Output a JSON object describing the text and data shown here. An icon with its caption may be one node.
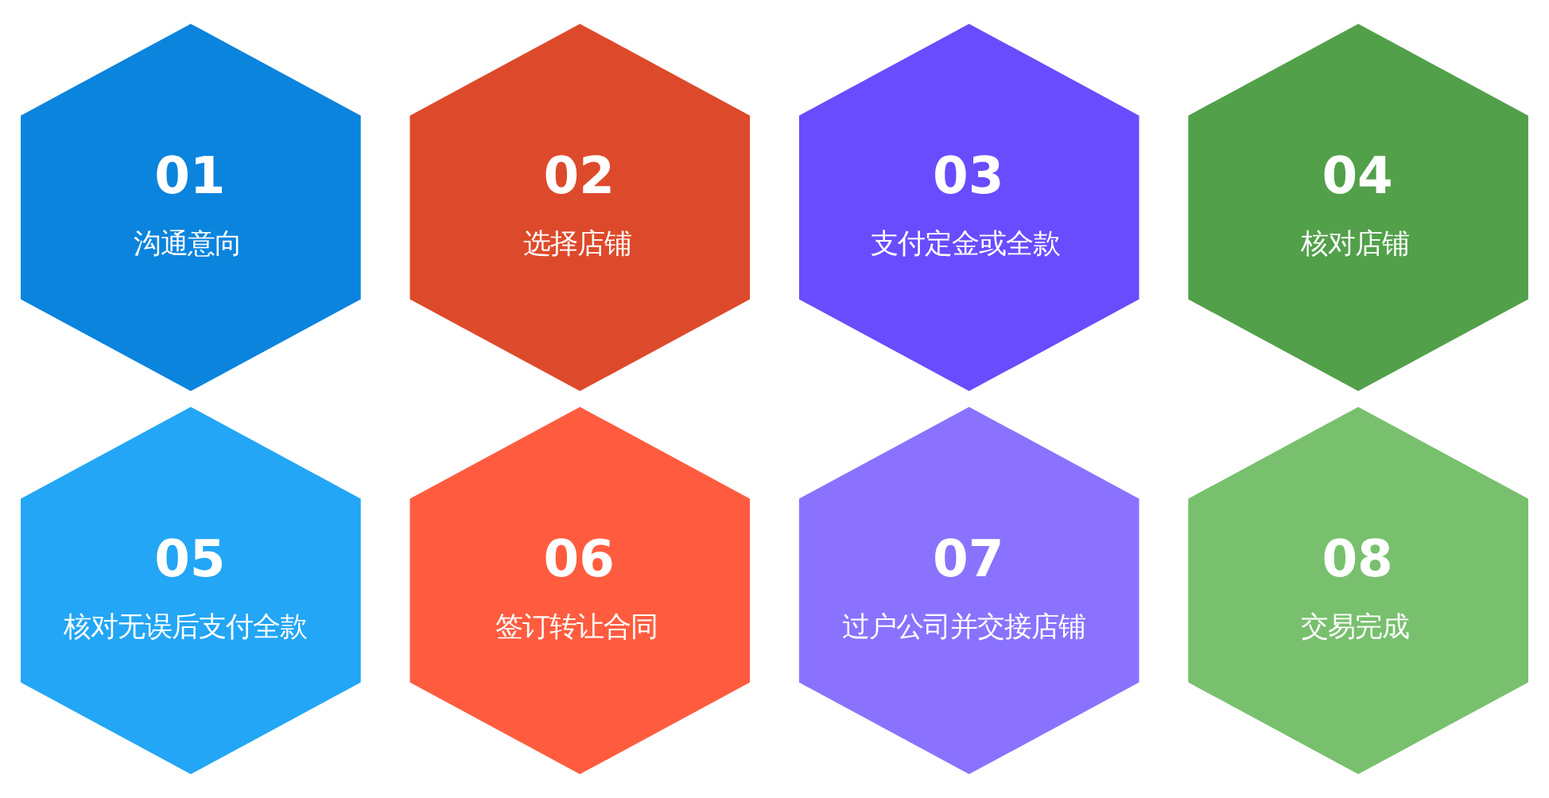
{
  "diagram": {
    "nodes": [
      {
        "text": [
          "01",
          "沟通意向"
        ]
      },
      {
        "text": [
          "02",
          "选择店铺"
        ]
      },
      {
        "text": [
          "03",
          "支付定金或全款"
        ]
      },
      {
        "text": [
          "04",
          "核对店铺"
        ]
      },
      {
        "text": [
          "05",
          "核对无误后支付全款"
        ]
      },
      {
        "text": [
          "06",
          "签订转让合同"
        ]
      },
      {
        "text": [
          "07",
          "过户公司并交接店铺"
        ]
      },
      {
        "text": [
          "08",
          "交易完成"
        ]
      }
    ]
  }
}
